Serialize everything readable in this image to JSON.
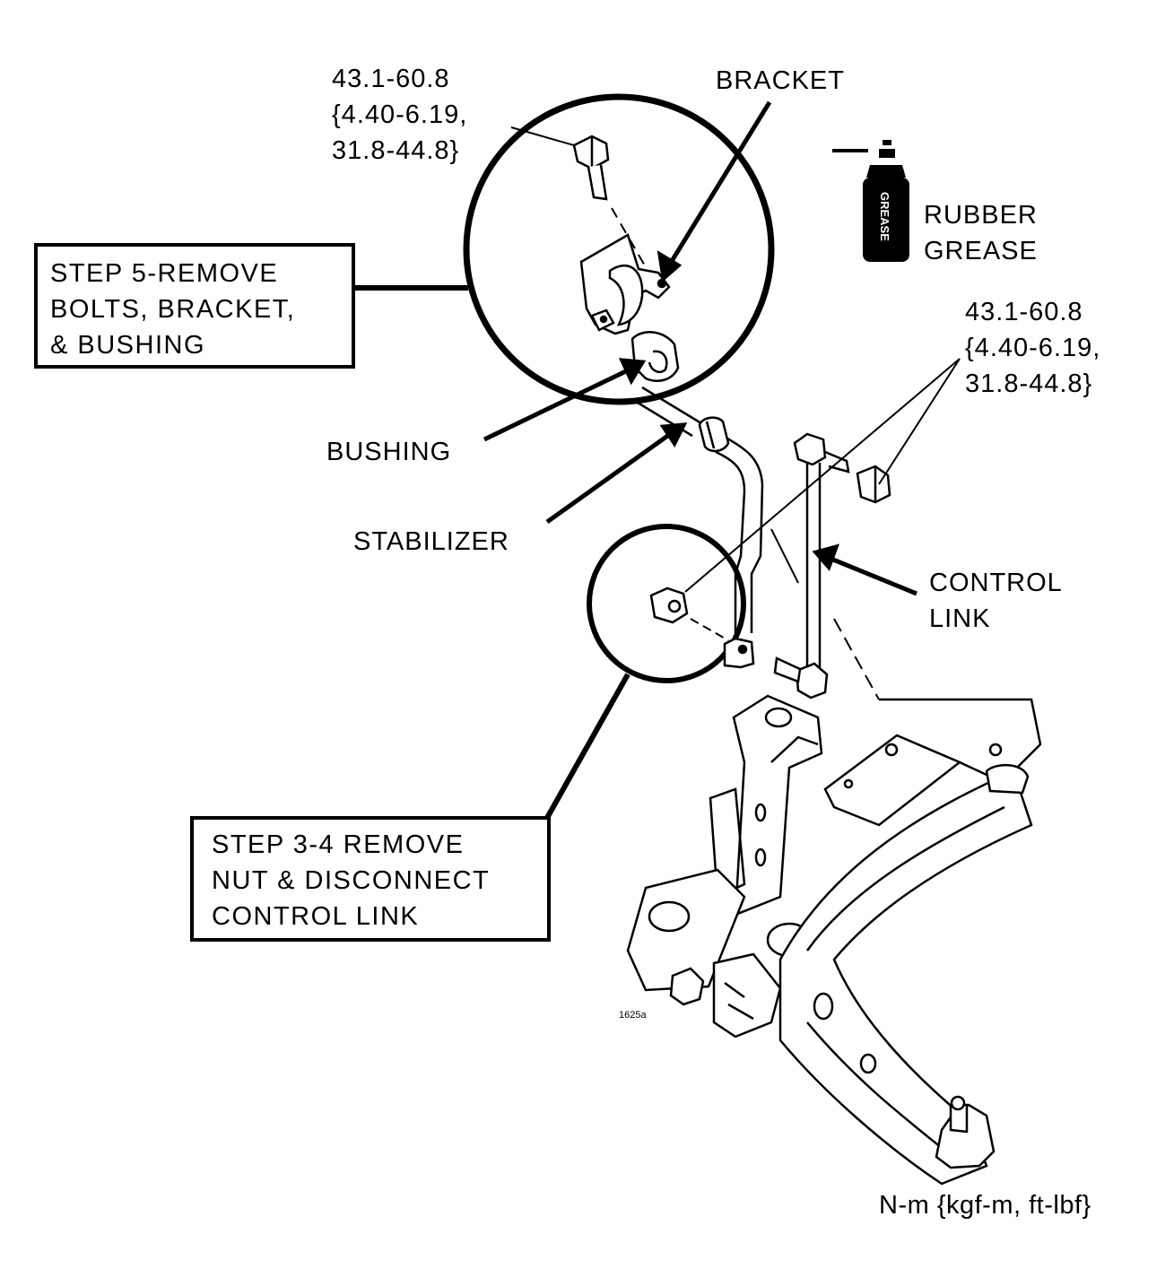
{
  "labels": {
    "torque_top": [
      "43.1-60.8",
      "{4.40-6.19,",
      "31.8-44.8}"
    ],
    "bracket": "BRACKET",
    "rubber_grease": [
      "RUBBER",
      "GREASE"
    ],
    "grease_can": "GREASE",
    "torque_right": [
      "43.1-60.8",
      "{4.40-6.19,",
      "31.8-44.8}"
    ],
    "bushing": "BUSHING",
    "stabilizer": "STABILIZER",
    "control_link": [
      "CONTROL",
      "LINK"
    ],
    "figure_code": "1625a",
    "units": "N-m {kgf-m, ft-lbf}"
  },
  "steps": {
    "step5": [
      "STEP 5-REMOVE",
      "BOLTS, BRACKET,",
      "& BUSHING"
    ],
    "step34": [
      "STEP 3-4 REMOVE",
      "NUT & DISCONNECT",
      "CONTROL LINK"
    ]
  }
}
